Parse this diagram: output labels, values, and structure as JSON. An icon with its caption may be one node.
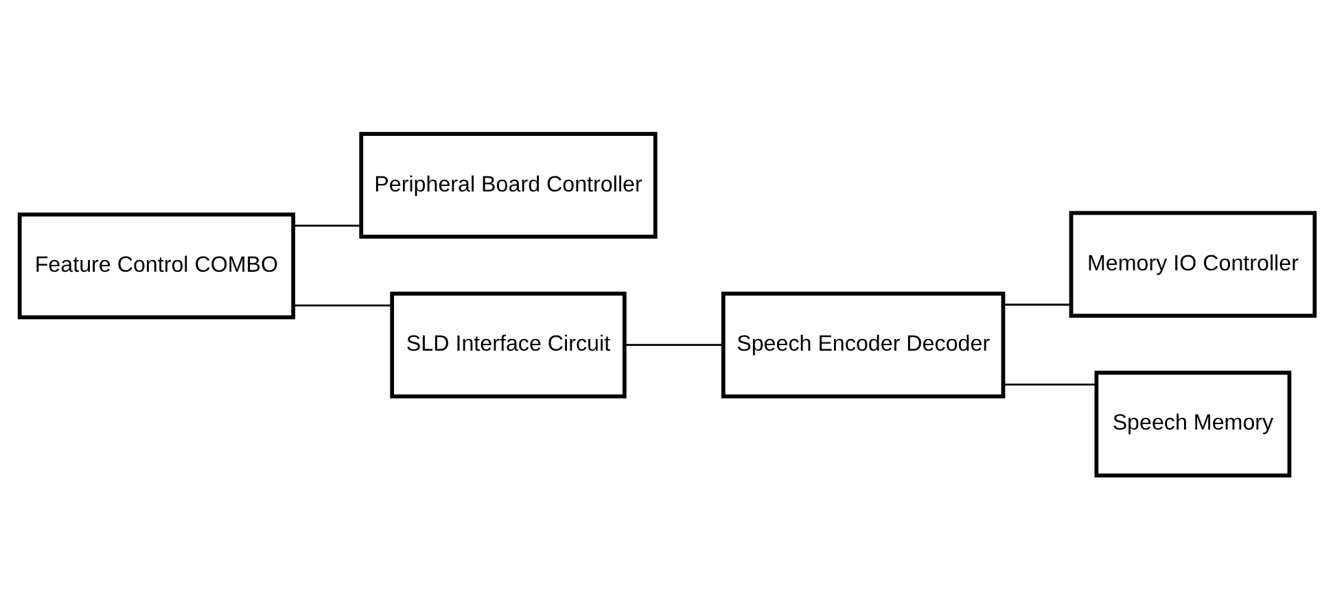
{
  "diagram": {
    "nodes": [
      {
        "text": [
          "Feature Control COMBO"
        ]
      },
      {
        "text": [
          "Peripheral Board Controller"
        ]
      },
      {
        "text": [
          "SLD Interface Circuit"
        ]
      },
      {
        "text": [
          "Speech Encoder Decoder"
        ]
      },
      {
        "text": [
          "Memory IO Controller"
        ]
      },
      {
        "text": [
          "Speech Memory"
        ]
      }
    ],
    "edges": [
      {
        "from": 0,
        "to": 1,
        "arrow": "none"
      },
      {
        "from": 0,
        "to": 2,
        "arrow": "none"
      },
      {
        "from": 2,
        "to": 3,
        "arrow": "none"
      },
      {
        "from": 3,
        "to": 5,
        "arrow": "none"
      },
      {
        "from": 3,
        "to": 4,
        "arrow": "none"
      }
    ]
  }
}
